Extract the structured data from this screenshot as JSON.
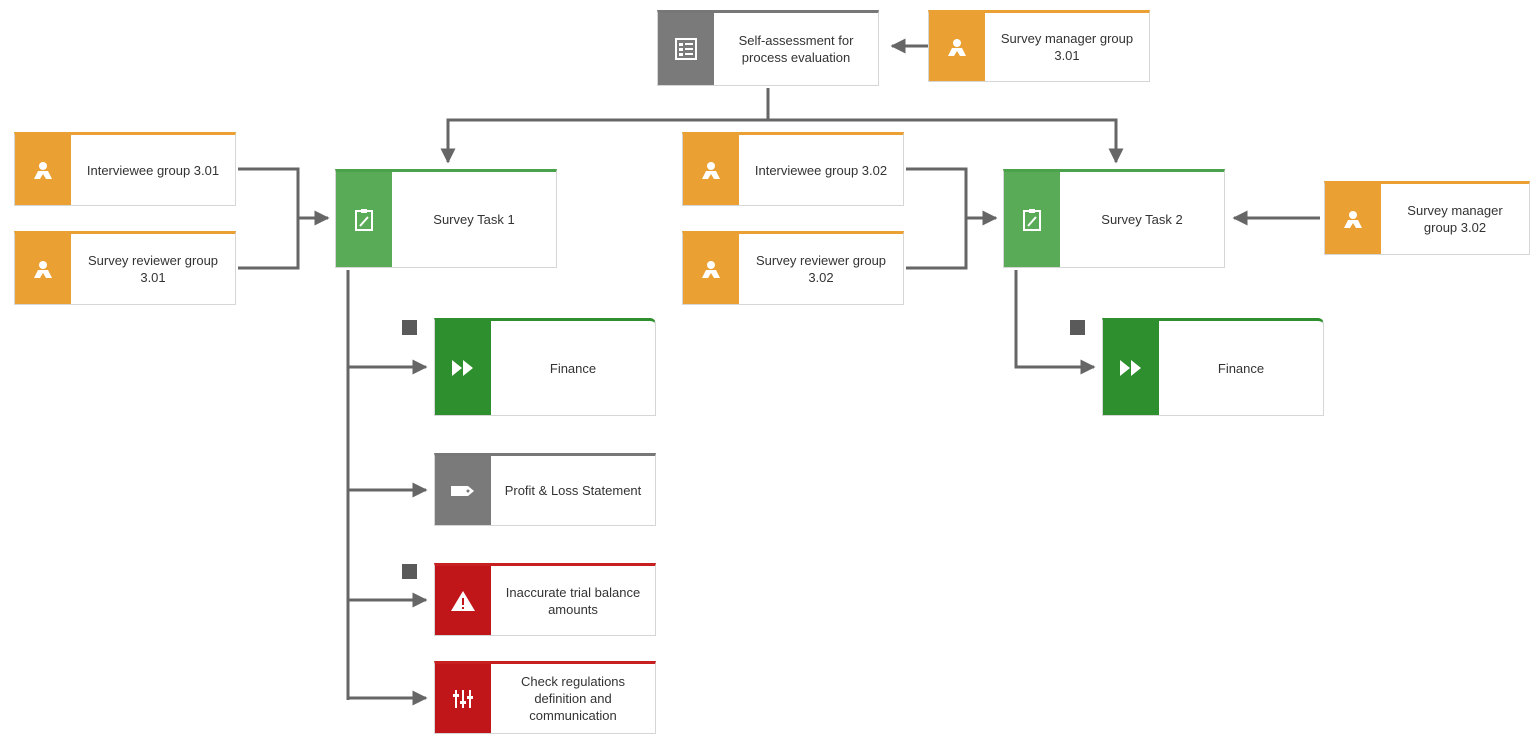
{
  "nodes": {
    "survey_assessment": {
      "label": "Self-assessment for process evaluation",
      "icon": "survey-form-icon"
    },
    "manager_301": {
      "label": "Survey manager group 3.01",
      "icon": "person-icon"
    },
    "interviewee_301": {
      "label": "Interviewee group 3.01",
      "icon": "person-icon"
    },
    "reviewer_301": {
      "label": "Survey reviewer group 3.01",
      "icon": "person-icon"
    },
    "task1": {
      "label": "Survey Task 1",
      "icon": "clipboard-pen-icon"
    },
    "interviewee_302": {
      "label": "Interviewee group 3.02",
      "icon": "person-icon"
    },
    "reviewer_302": {
      "label": "Survey reviewer group 3.02",
      "icon": "person-icon"
    },
    "task2": {
      "label": "Survey Task 2",
      "icon": "clipboard-pen-icon"
    },
    "manager_302": {
      "label": "Survey manager group 3.02",
      "icon": "person-icon"
    },
    "finance1": {
      "label": "Finance",
      "icon": "fast-forward-icon"
    },
    "finance2": {
      "label": "Finance",
      "icon": "fast-forward-icon"
    },
    "pl_statement": {
      "label": "Profit & Loss Statement",
      "icon": "tag-icon"
    },
    "risk": {
      "label": "Inaccurate trial balance amounts",
      "icon": "warning-icon"
    },
    "control": {
      "label": "Check regulations definition and communication",
      "icon": "sliders-icon"
    }
  },
  "colors": {
    "role": "#eaa032",
    "task": "#5aab57",
    "process": "#2e8f2e",
    "document": "#7a7a7a",
    "risk": "#c0161a",
    "connector": "#666666"
  }
}
